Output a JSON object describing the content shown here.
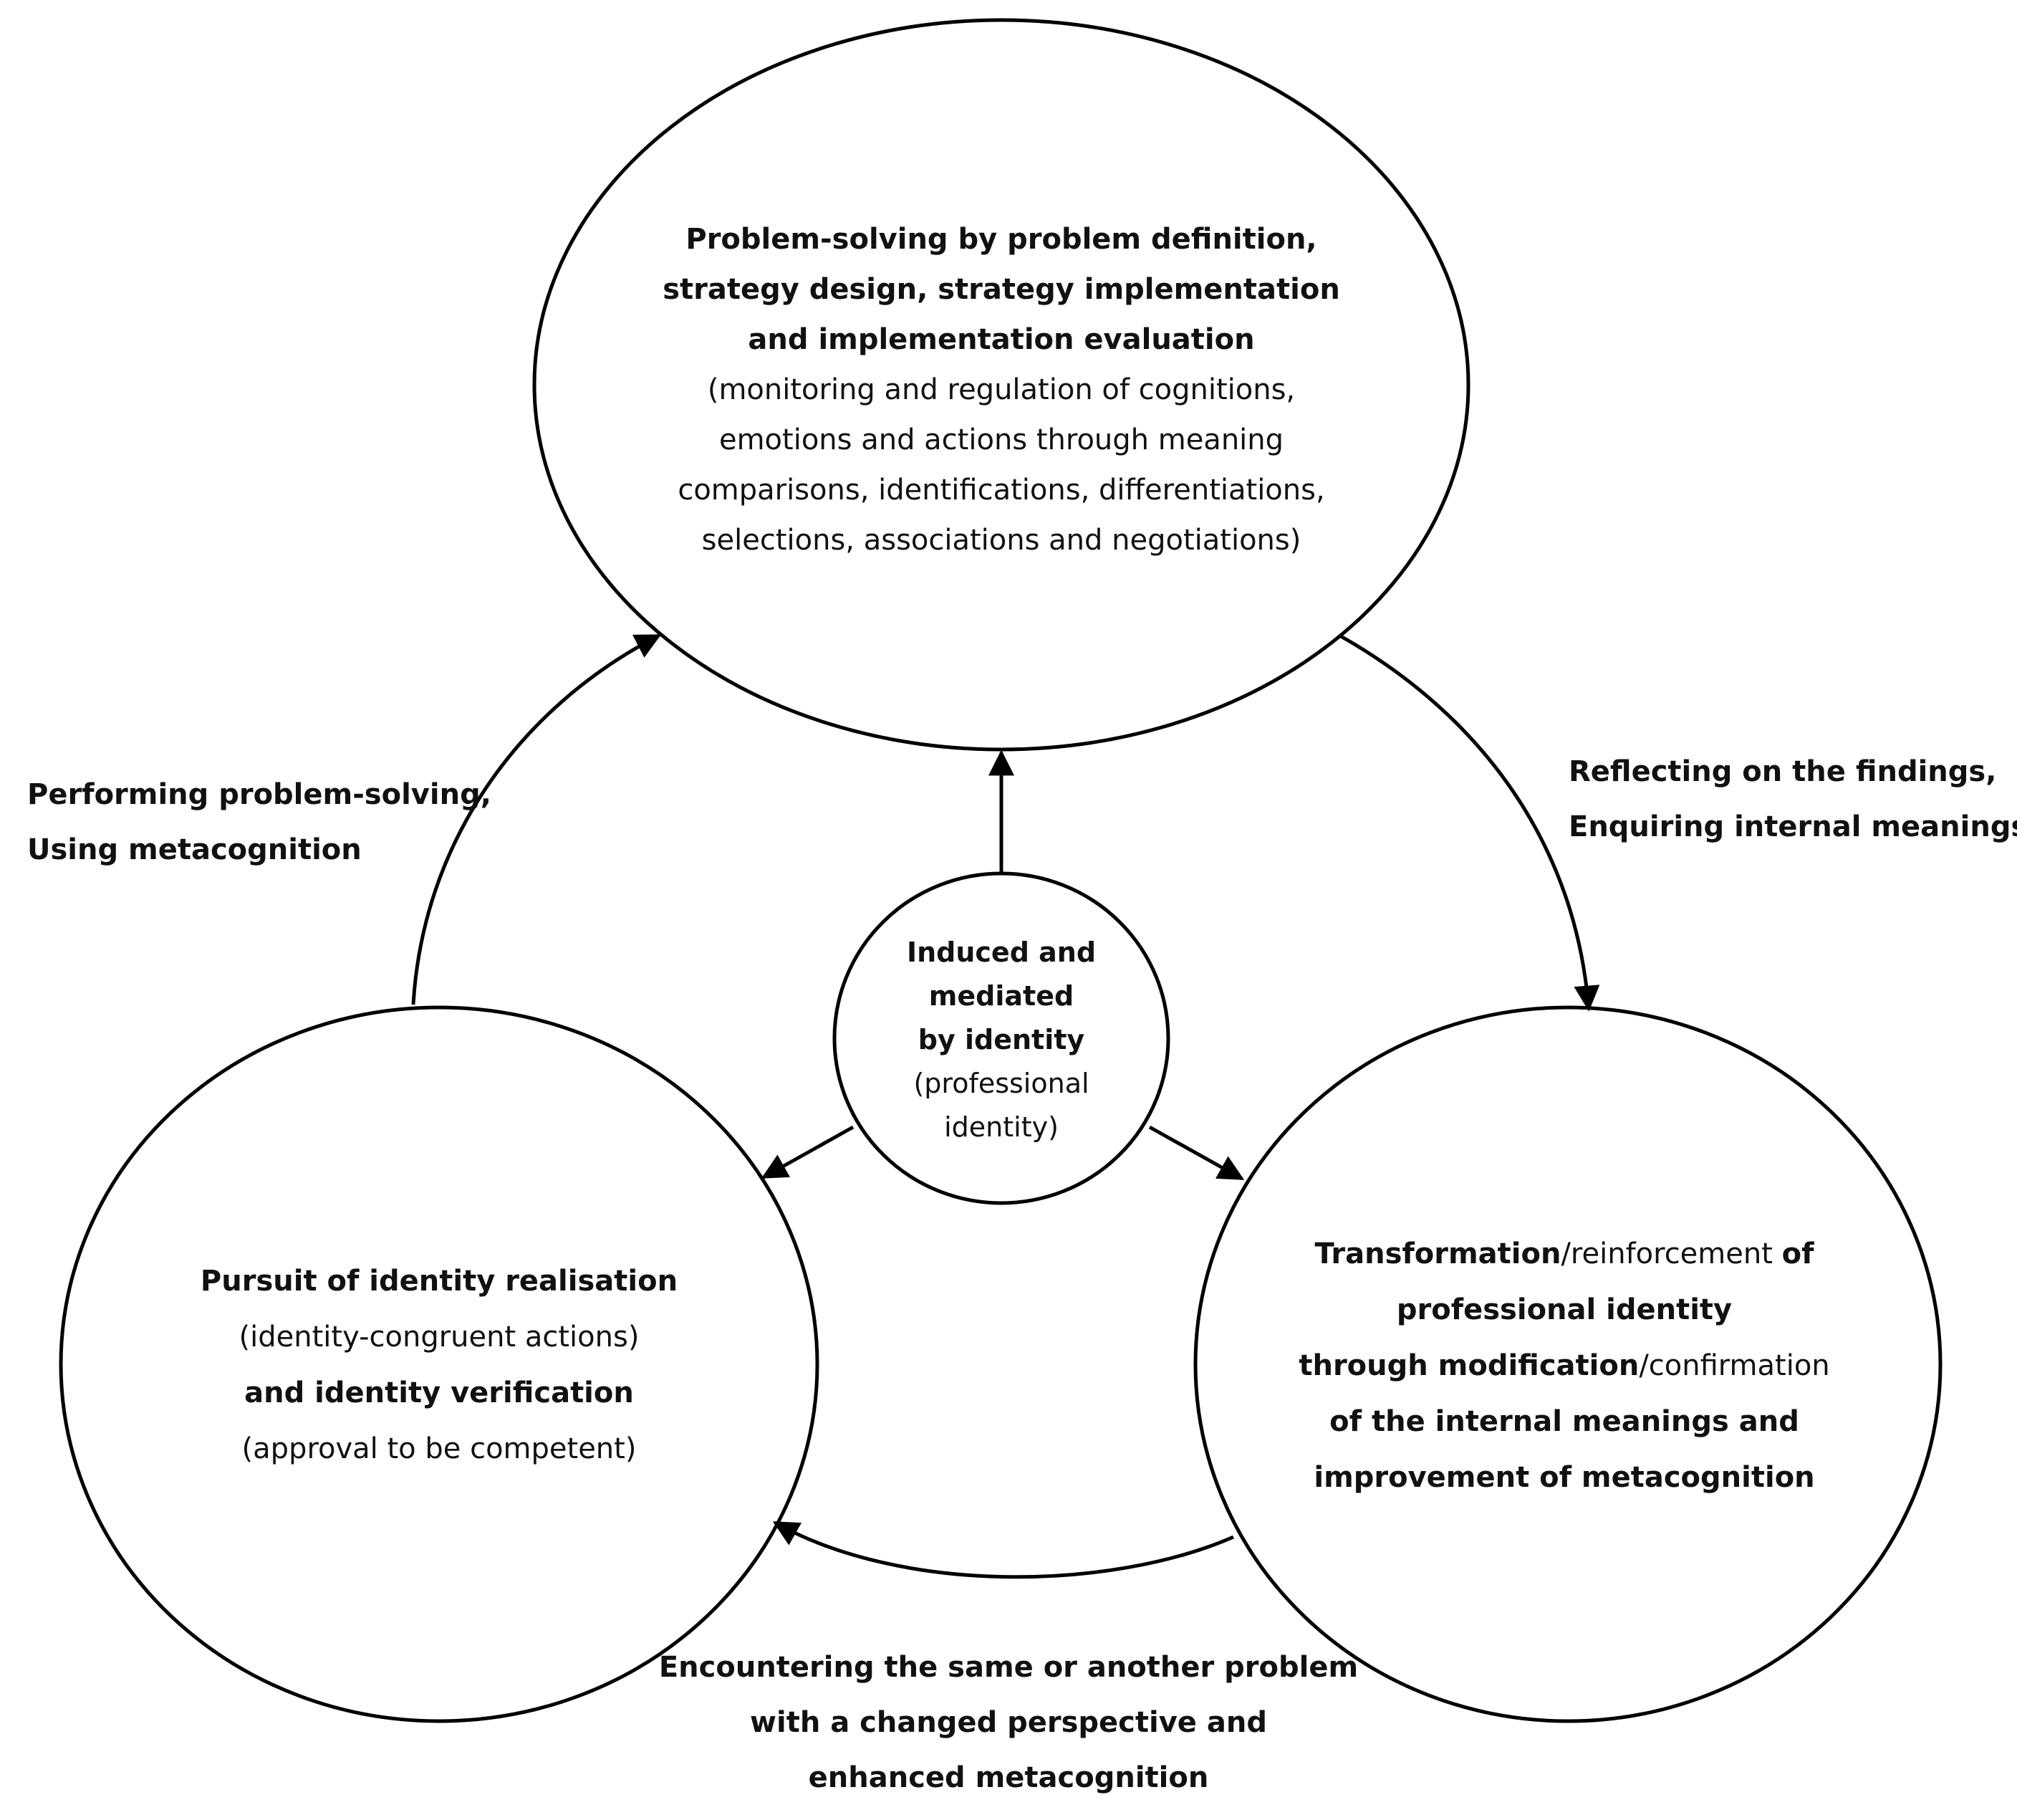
{
  "top_node": {
    "bold_lines": [
      "Problem-solving by problem definition,",
      "strategy design, strategy implementation",
      "and implementation evaluation"
    ],
    "normal_lines": [
      "(monitoring and regulation of cognitions,",
      "emotions and actions through meaning",
      "comparisons, identifications, differentiations,",
      "selections, associations and negotiations)"
    ]
  },
  "center_node": {
    "bold_lines": [
      "Induced and",
      "mediated",
      "by identity"
    ],
    "normal_lines": [
      "(professional",
      "identity)"
    ]
  },
  "left_node": {
    "line1": "Pursuit of identity realisation",
    "line2": "(identity-congruent actions)",
    "line3": "and identity verification",
    "line4": "(approval to be competent)"
  },
  "right_node": {
    "l1_bold": "Transformation",
    "l1_normal": "/reinforcement ",
    "l1_bold_end": "of",
    "line2": "professional identity",
    "l3_bold": "through modification",
    "l3_normal": "/confirmation",
    "line4": "of the internal meanings and",
    "line5": "improvement of metacognition"
  },
  "edge_labels": {
    "left_arrow": [
      "Performing problem-solving,",
      "Using metacognition"
    ],
    "right_arrow": [
      "Reflecting on the findings,",
      "Enquiring internal meanings"
    ],
    "bottom_arrow": [
      "Encountering the same or another problem",
      "with a changed perspective and",
      "enhanced metacognition"
    ]
  },
  "colors": {
    "stroke": "#000000",
    "text": "#111111",
    "background": "#ffffff"
  }
}
